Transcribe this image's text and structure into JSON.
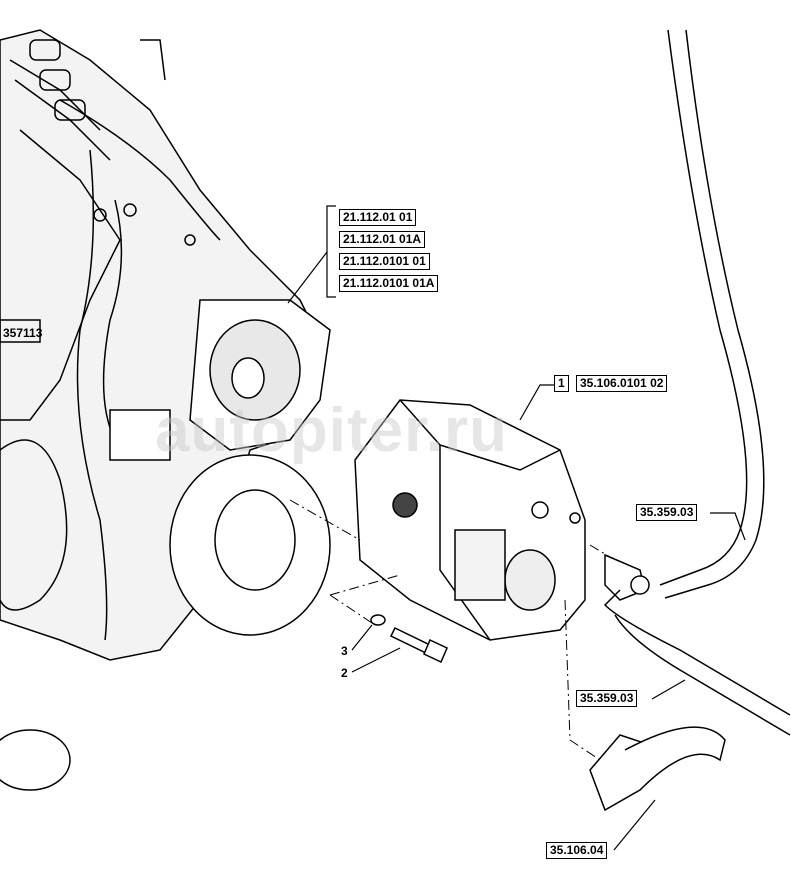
{
  "watermark": "autopiter.ru",
  "engine_labels": [
    "21.112.01 01",
    "21.112.01 01A",
    "21.112.0101 01",
    "21.112.0101 01A"
  ],
  "pump": {
    "item": "1",
    "part": "35.106.0101 02"
  },
  "hose_upper": "35.359.03",
  "hose_lower": "35.359.03",
  "flange": "35.106.04",
  "washer_item": "3",
  "bolt_item": "2",
  "engine_stamp": "357113"
}
